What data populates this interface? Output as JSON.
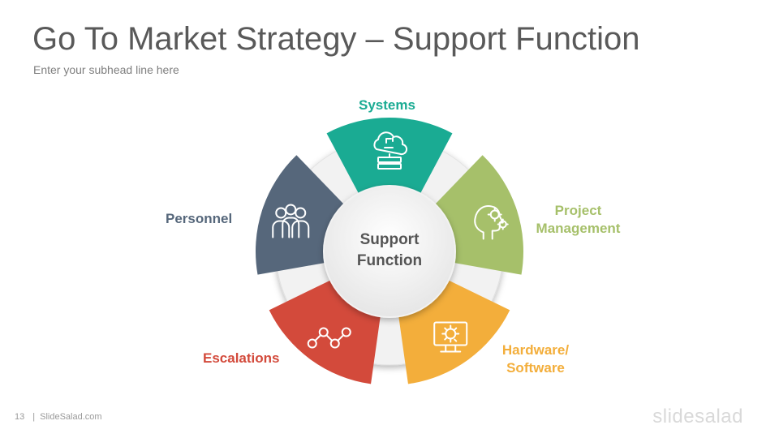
{
  "title": "Go To Market Strategy – Support Function",
  "subhead": "Enter your subhead line here",
  "center": {
    "line1": "Support",
    "line2": "Function"
  },
  "segments": [
    {
      "label": "Systems",
      "color": "#1aab93",
      "icon": "cloud-server-icon"
    },
    {
      "label_line1": "Project",
      "label_line2": "Management",
      "color": "#a6c06a",
      "icon": "head-gears-icon"
    },
    {
      "label_line1": "Hardware/",
      "label_line2": "Software",
      "color": "#f3ae3b",
      "icon": "monitor-gear-icon"
    },
    {
      "label": "Escalations",
      "color": "#d34a3b",
      "icon": "line-chart-icon"
    },
    {
      "label": "Personnel",
      "color": "#56677b",
      "icon": "team-people-icon"
    }
  ],
  "footer": {
    "page": "13",
    "site": "SlideSalad.com"
  },
  "brand": "slidesalad"
}
